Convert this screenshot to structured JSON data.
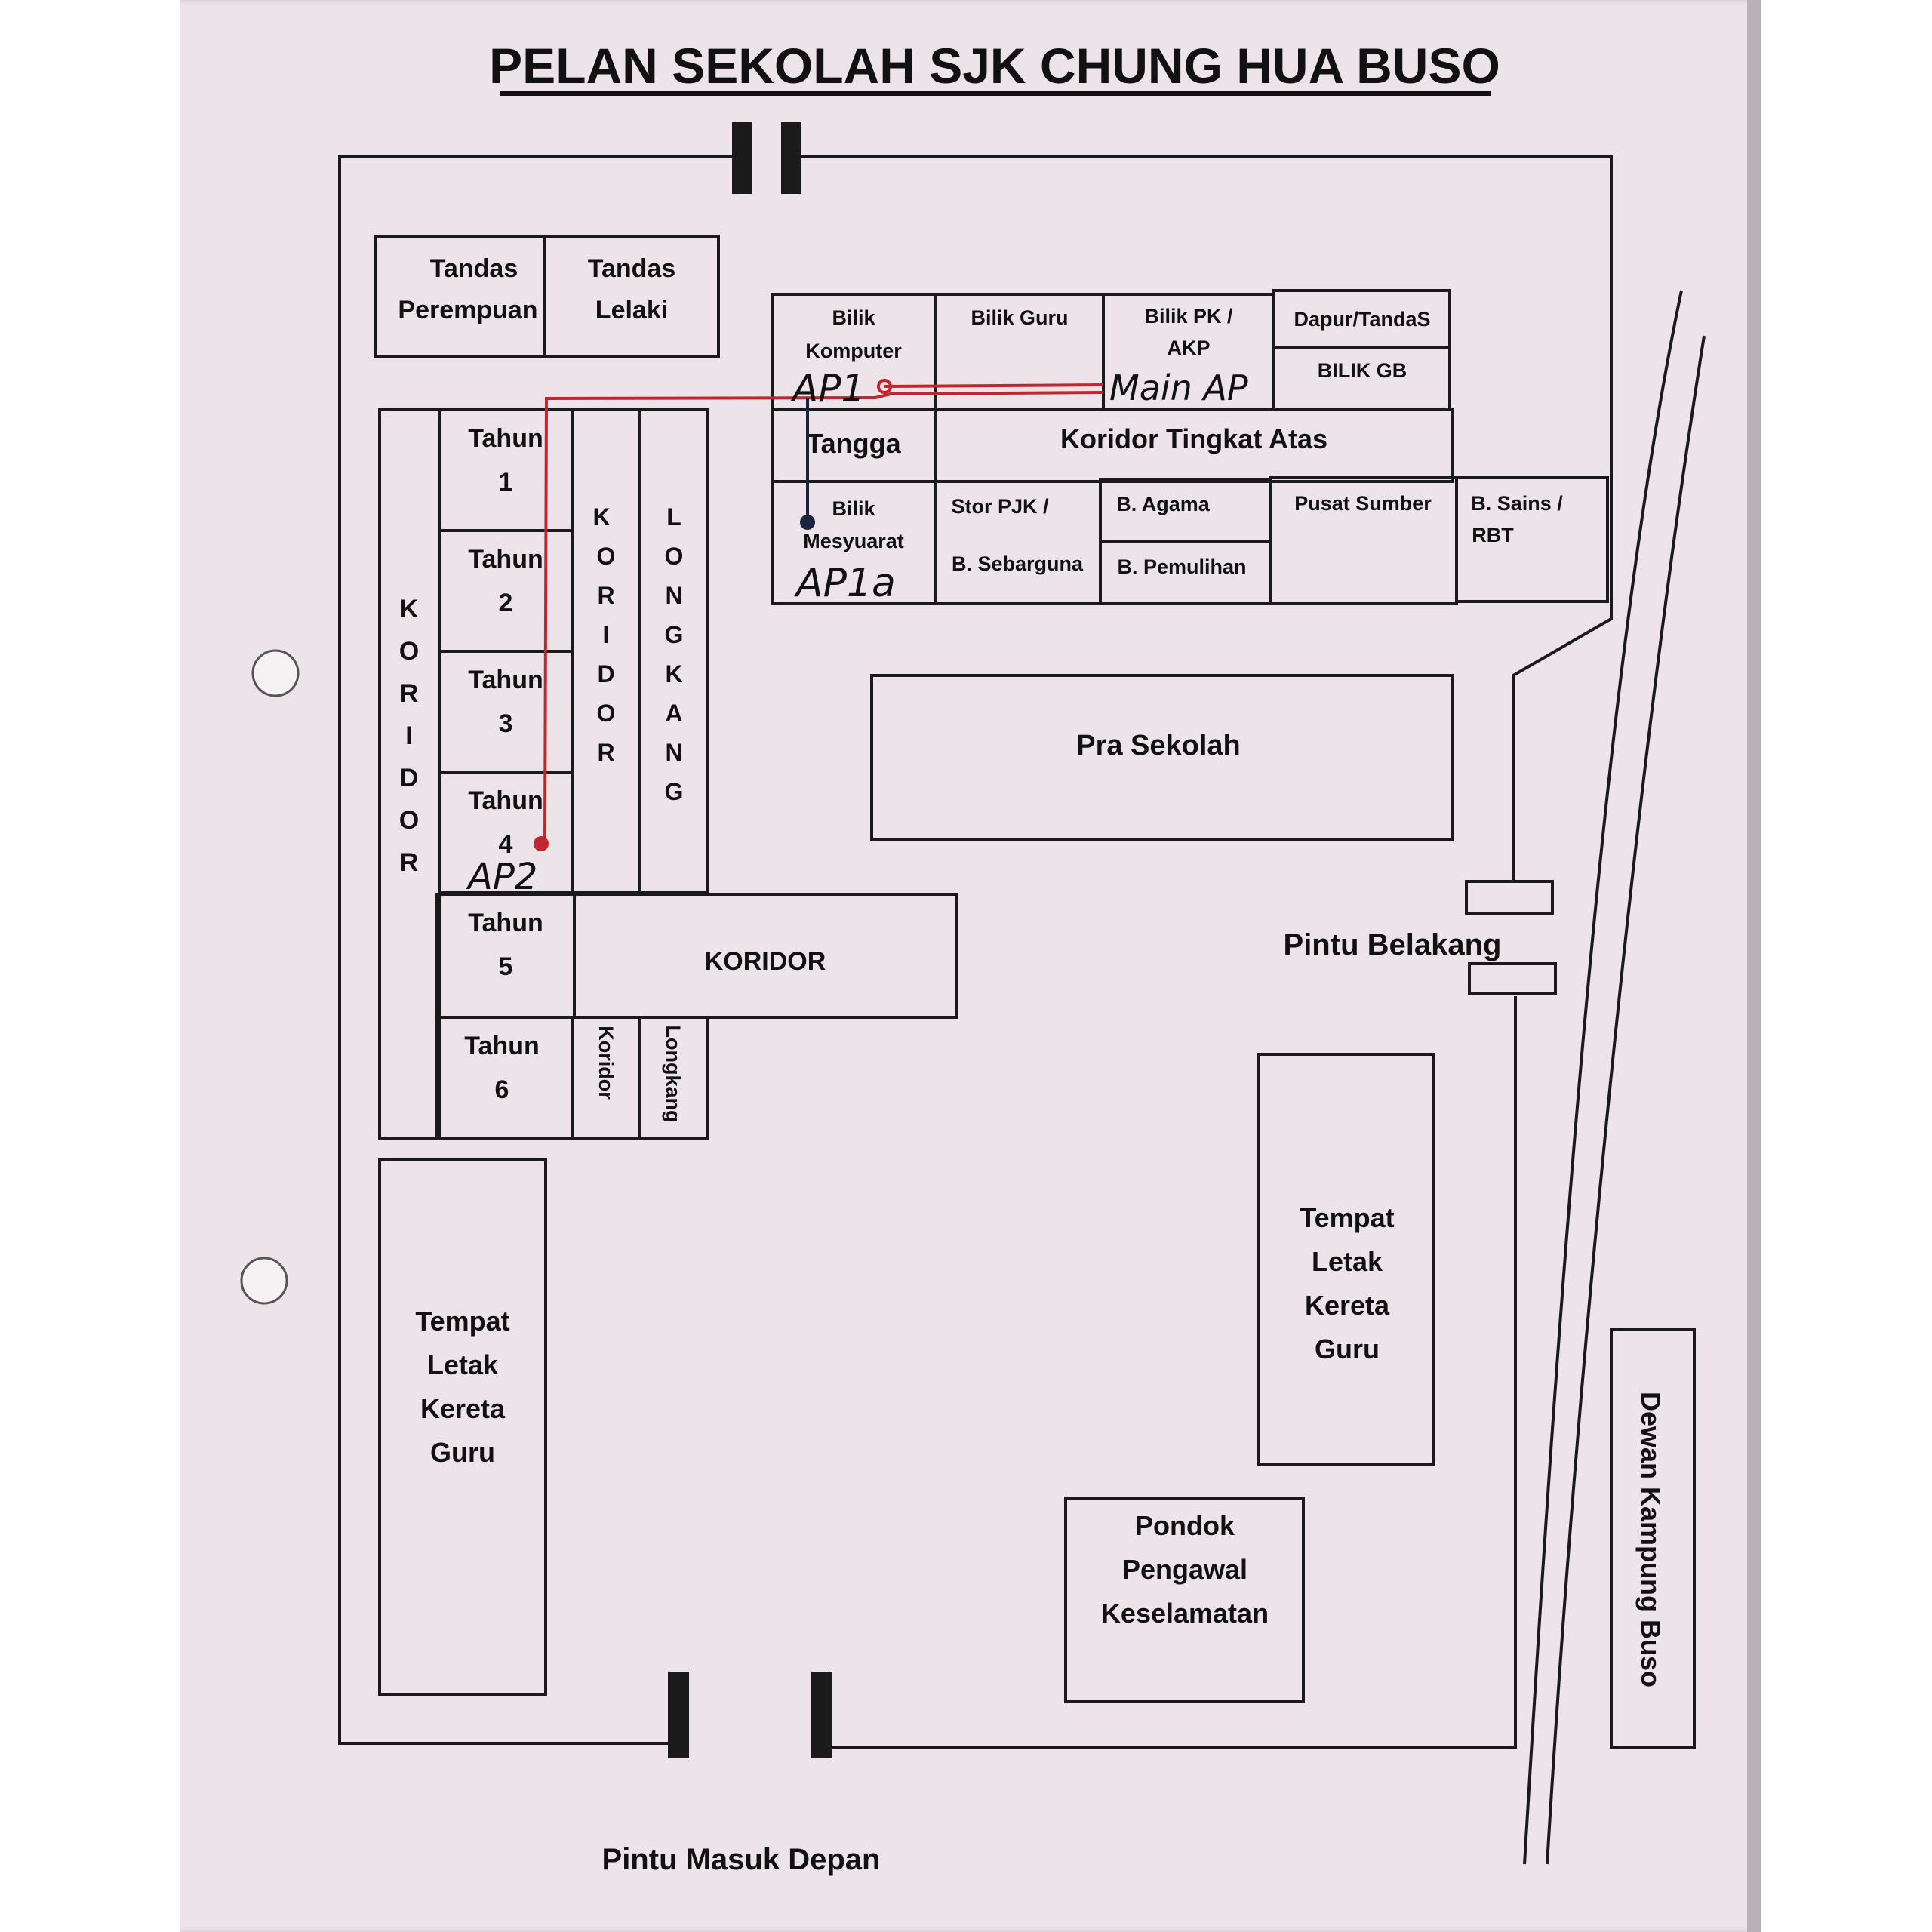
{
  "title": "PELAN SEKOLAH SJK CHUNG HUA BUSO",
  "rooms": {
    "tandas_perempuan": [
      "Tandas",
      "Perempuan"
    ],
    "tandas_lelaki": [
      "Tandas",
      "Lelaki"
    ],
    "bilik_komputer": [
      "Bilik",
      "Komputer"
    ],
    "bilik_guru": "Bilik Guru",
    "bilik_pk": [
      "Bilik  PK  /",
      "AKP"
    ],
    "dapur": "Dapur/TandaS",
    "bilik_gb": "BILIK GB",
    "tangga": "Tangga",
    "koridor_atas": "Koridor Tingkat Atas",
    "bilik_mesyuarat": [
      "Bilik",
      "Mesyuarat"
    ],
    "stor": [
      "Stor PJK /",
      "B. Sebarguna"
    ],
    "b_agama": "B. Agama",
    "b_pemulihan": "B. Pemulihan",
    "pusat_sumber": "Pusat Sumber",
    "b_sains": [
      "B. Sains /",
      "RBT"
    ],
    "pra_sekolah": "Pra Sekolah",
    "tahun": [
      [
        "Tahun",
        "1"
      ],
      [
        "Tahun",
        "2"
      ],
      [
        "Tahun",
        "3"
      ],
      [
        "Tahun",
        "4"
      ],
      [
        "Tahun",
        "5"
      ],
      [
        "Tahun",
        "6"
      ]
    ],
    "koridor_vertical": [
      "K",
      "O",
      "R",
      "I",
      "D",
      "O",
      "R"
    ],
    "longkang_vertical": [
      "L",
      "O",
      "N",
      "G",
      "K",
      "A",
      "N",
      "G"
    ],
    "koridor_mid": "KORIDOR",
    "koridor_small": "Koridor",
    "longkang_small": "Longkang",
    "tempat_letak_kiri": [
      "Tempat",
      "Letak",
      "Kereta",
      "Guru"
    ],
    "tempat_letak_kanan": [
      "Tempat",
      "Letak",
      "Kereta",
      "Guru"
    ],
    "pondok": [
      "Pondok",
      "Pengawal",
      "Keselamatan"
    ],
    "dewan": "Dewan Kampung Buso",
    "pintu_belakang": "Pintu Belakang",
    "pintu_depan": "Pintu Masuk Depan"
  },
  "annotations": {
    "ap1": "AP1",
    "main_ap": "Main AP",
    "ap1a": "AP1a",
    "ap2": "AP2"
  },
  "colors": {
    "paper": "#ece4e9",
    "line": "#1a1a1a",
    "cable_red": "#c0262d",
    "cable_dark": "#1c2340"
  }
}
